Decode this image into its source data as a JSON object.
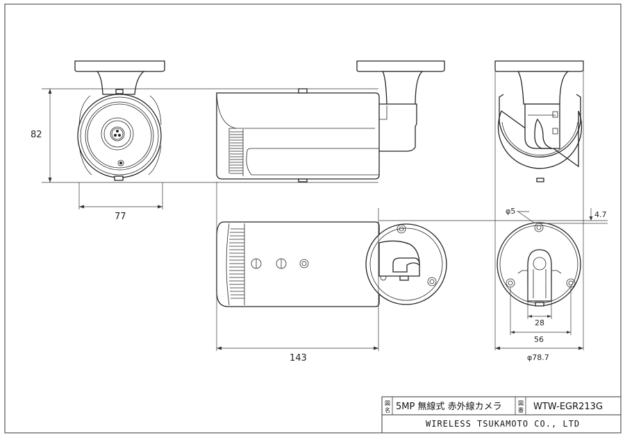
{
  "dimensions": {
    "height": "82",
    "front_width": "77",
    "body_length": "143",
    "hole_diameter": "φ5",
    "hole_offset": "4.7",
    "hole_spacing_inner": "28",
    "hole_spacing_outer": "56",
    "base_diameter": "φ78.7"
  },
  "title_block": {
    "name_label": "図\n名",
    "name_label_top": "図",
    "name_label_bottom": "名",
    "product_name": "5MP 無線式 赤外線カメラ",
    "number_label_top": "図",
    "number_label_bottom": "番",
    "model_number": "WTW-EGR213G",
    "company": "WIRELESS TSUKAMOTO CO., LTD"
  }
}
